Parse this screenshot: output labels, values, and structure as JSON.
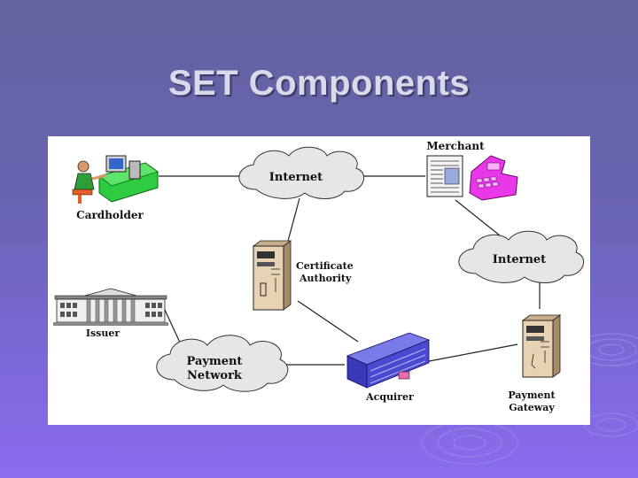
{
  "slide": {
    "title": "SET Components"
  },
  "diagram": {
    "nodes": {
      "cardholder": "Cardholder",
      "merchant": "Merchant",
      "internet_top": "Internet",
      "internet_right": "Internet",
      "ca_line1": "Certificate",
      "ca_line2": "Authority",
      "issuer": "Issuer",
      "payment_network_line1": "Payment",
      "payment_network_line2": "Network",
      "acquirer": "Acquirer",
      "gateway_line1": "Payment",
      "gateway_line2": "Gateway"
    },
    "colors": {
      "cardholder_desk": "#2ecc40",
      "merchant_register": "#e838e8",
      "acquirer_building": "#4a4ad0",
      "server_tan": "#e8d2b4"
    }
  }
}
